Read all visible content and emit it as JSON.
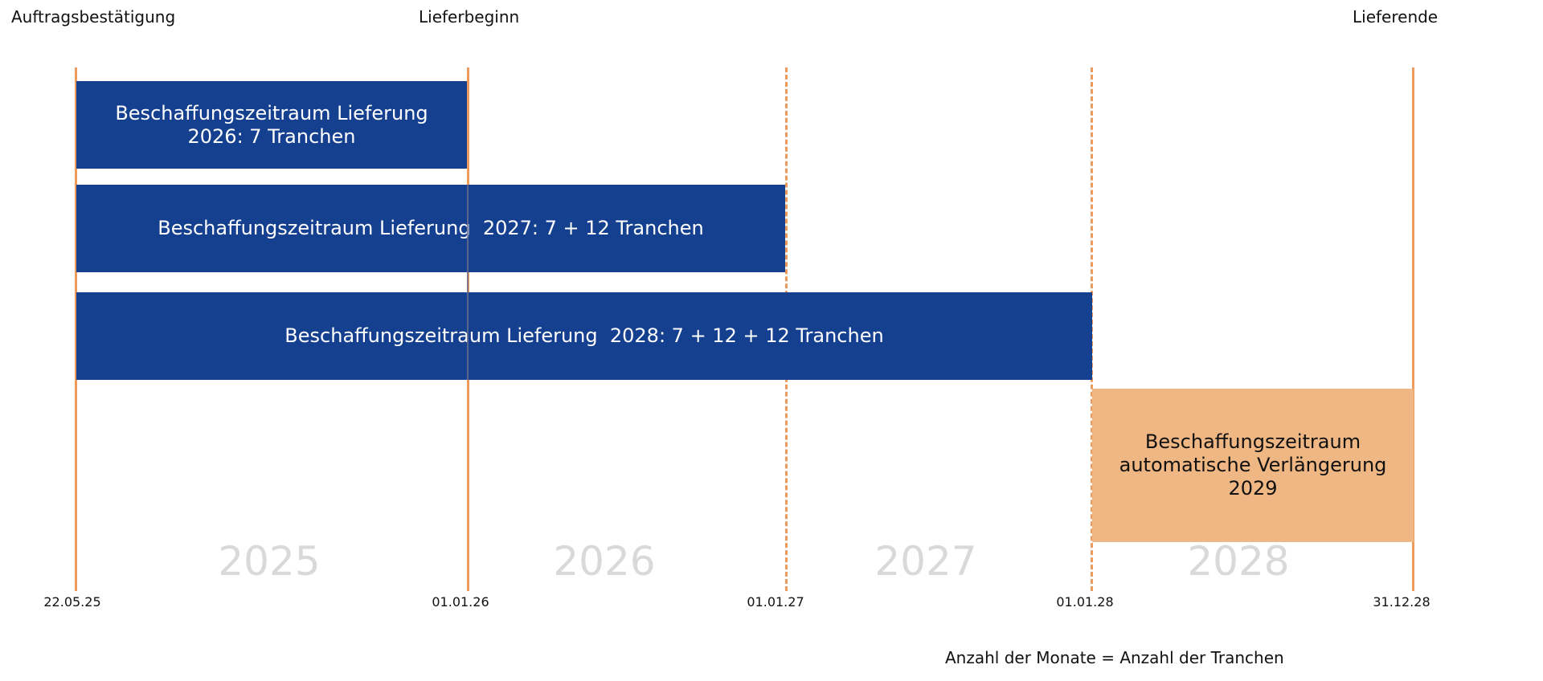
{
  "milestones": {
    "auftrag": "Auftragsbestätigung",
    "lieferbeginn": "Lieferbeginn",
    "lieferende": "Lieferende"
  },
  "bars": {
    "b2026": "Beschaffungszeitraum Lieferung\n2026: 7 Tranchen",
    "b2027": "Beschaffungszeitraum Lieferung  2027: 7 + 12 Tranchen",
    "b2028": "Beschaffungszeitraum Lieferung  2028: 7 + 12 + 12 Tranchen",
    "extension": "Beschaffungszeitraum\nautomatische Verlängerung\n2029"
  },
  "years": [
    "2025",
    "2026",
    "2027",
    "2028"
  ],
  "dates": [
    "22.05.25",
    "01.01.26",
    "01.01.27",
    "01.01.28",
    "31.12.28"
  ],
  "footnote": "Anzahl der Monate = Anzahl der Tranchen",
  "colors": {
    "bar": "#153f8f",
    "extension": "#efb784",
    "line": "#ec9b5c",
    "year": "#d9d9d9"
  }
}
